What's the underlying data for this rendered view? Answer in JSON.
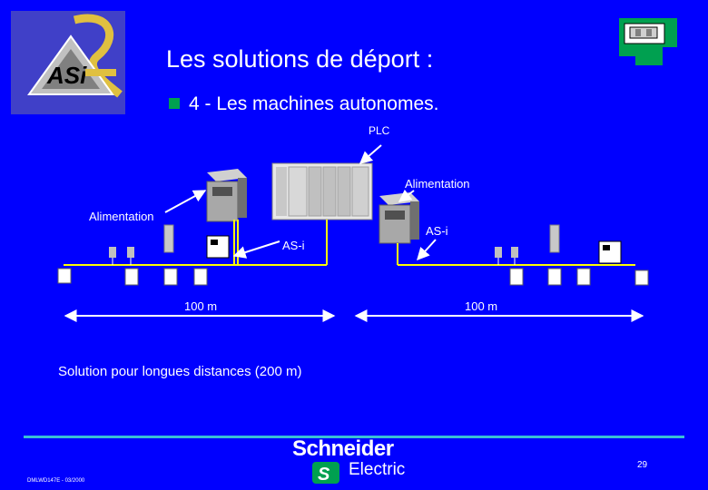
{
  "title": "Les solutions de déport :",
  "subtitle": "4 - Les machines autonomes.",
  "labels": {
    "plc": "PLC",
    "alimentation_left": "Alimentation",
    "alimentation_right": "Alimentation",
    "asi_left": "AS-i",
    "asi_right": "AS-i",
    "distance_left": "100 m",
    "distance_right": "100 m"
  },
  "footnote": "Solution pour longues distances (200 m)",
  "footer": {
    "doc_code": "DMLWD147E - 03/2000",
    "page_number": "29",
    "brand_line1": "Schneider",
    "brand_line2": "Electric"
  },
  "colors": {
    "background": "#0000ff",
    "bus_line": "#ffff00",
    "accent_rule": "#39c0d6",
    "bullet": "#00a050"
  },
  "icons": [
    "asi-interface-logo",
    "pcb-card-icon",
    "schneider-electric-logo"
  ]
}
